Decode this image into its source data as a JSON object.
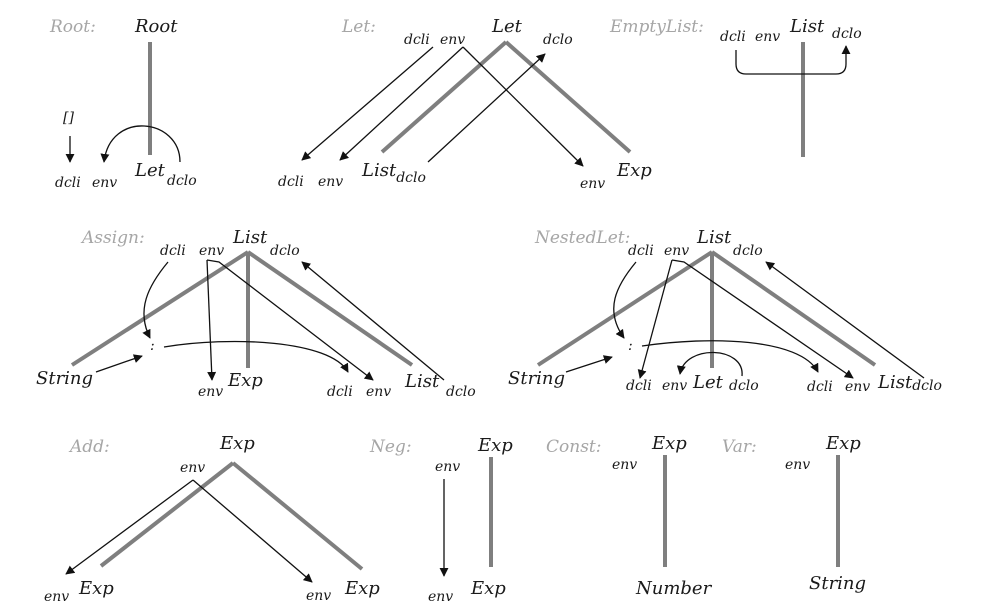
{
  "colors": {
    "tree_edge": "#7f7f7f",
    "flow_edge": "#111111",
    "rule_name": "#a6a6a6",
    "text": "#1a1a1a"
  },
  "rules": {
    "root": {
      "name": "Root:",
      "root": "Root",
      "empty": "[]",
      "child": "Let",
      "dcli": "dcli",
      "env": "env",
      "dclo": "dclo"
    },
    "let": {
      "name": "Let:",
      "root": "Let",
      "dcli": "dcli",
      "env": "env",
      "dclo": "dclo",
      "child1": "List",
      "child1_sub": "dclo",
      "child2": "Exp",
      "child1_dcli": "dcli",
      "child1_env": "env",
      "child2_env": "env"
    },
    "emptylist": {
      "name": "EmptyList:",
      "root": "List",
      "dcli": "dcli",
      "env": "env",
      "dclo": "dclo"
    },
    "assign": {
      "name": "Assign:",
      "root": "List",
      "dcli": "dcli",
      "env": "env",
      "dclo": "dclo",
      "colon": ":",
      "child1": "String",
      "child2": "Exp",
      "child2_env": "env",
      "child3": "List",
      "child3_dcli": "dcli",
      "child3_env": "env",
      "child3_dclo": "dclo"
    },
    "nestedlet": {
      "name": "NestedLet:",
      "root": "List",
      "dcli": "dcli",
      "env": "env",
      "dclo": "dclo",
      "colon": ":",
      "child1": "String",
      "child2": "Let",
      "child2_dcli": "dcli",
      "child2_env": "env",
      "child2_dclo": "dclo",
      "child3": "List",
      "child3_sub": "dclo",
      "child3_dcli": "dcli",
      "child3_env": "env"
    },
    "add": {
      "name": "Add:",
      "root": "Exp",
      "env": "env",
      "child1": "Exp",
      "child1_env": "env",
      "child2": "Exp",
      "child2_env": "env"
    },
    "neg": {
      "name": "Neg:",
      "root": "Exp",
      "env": "env",
      "child": "Exp",
      "child_env": "env"
    },
    "const": {
      "name": "Const:",
      "root": "Exp",
      "env": "env",
      "child": "Number"
    },
    "var": {
      "name": "Var:",
      "root": "Exp",
      "env": "env",
      "child": "String"
    }
  }
}
